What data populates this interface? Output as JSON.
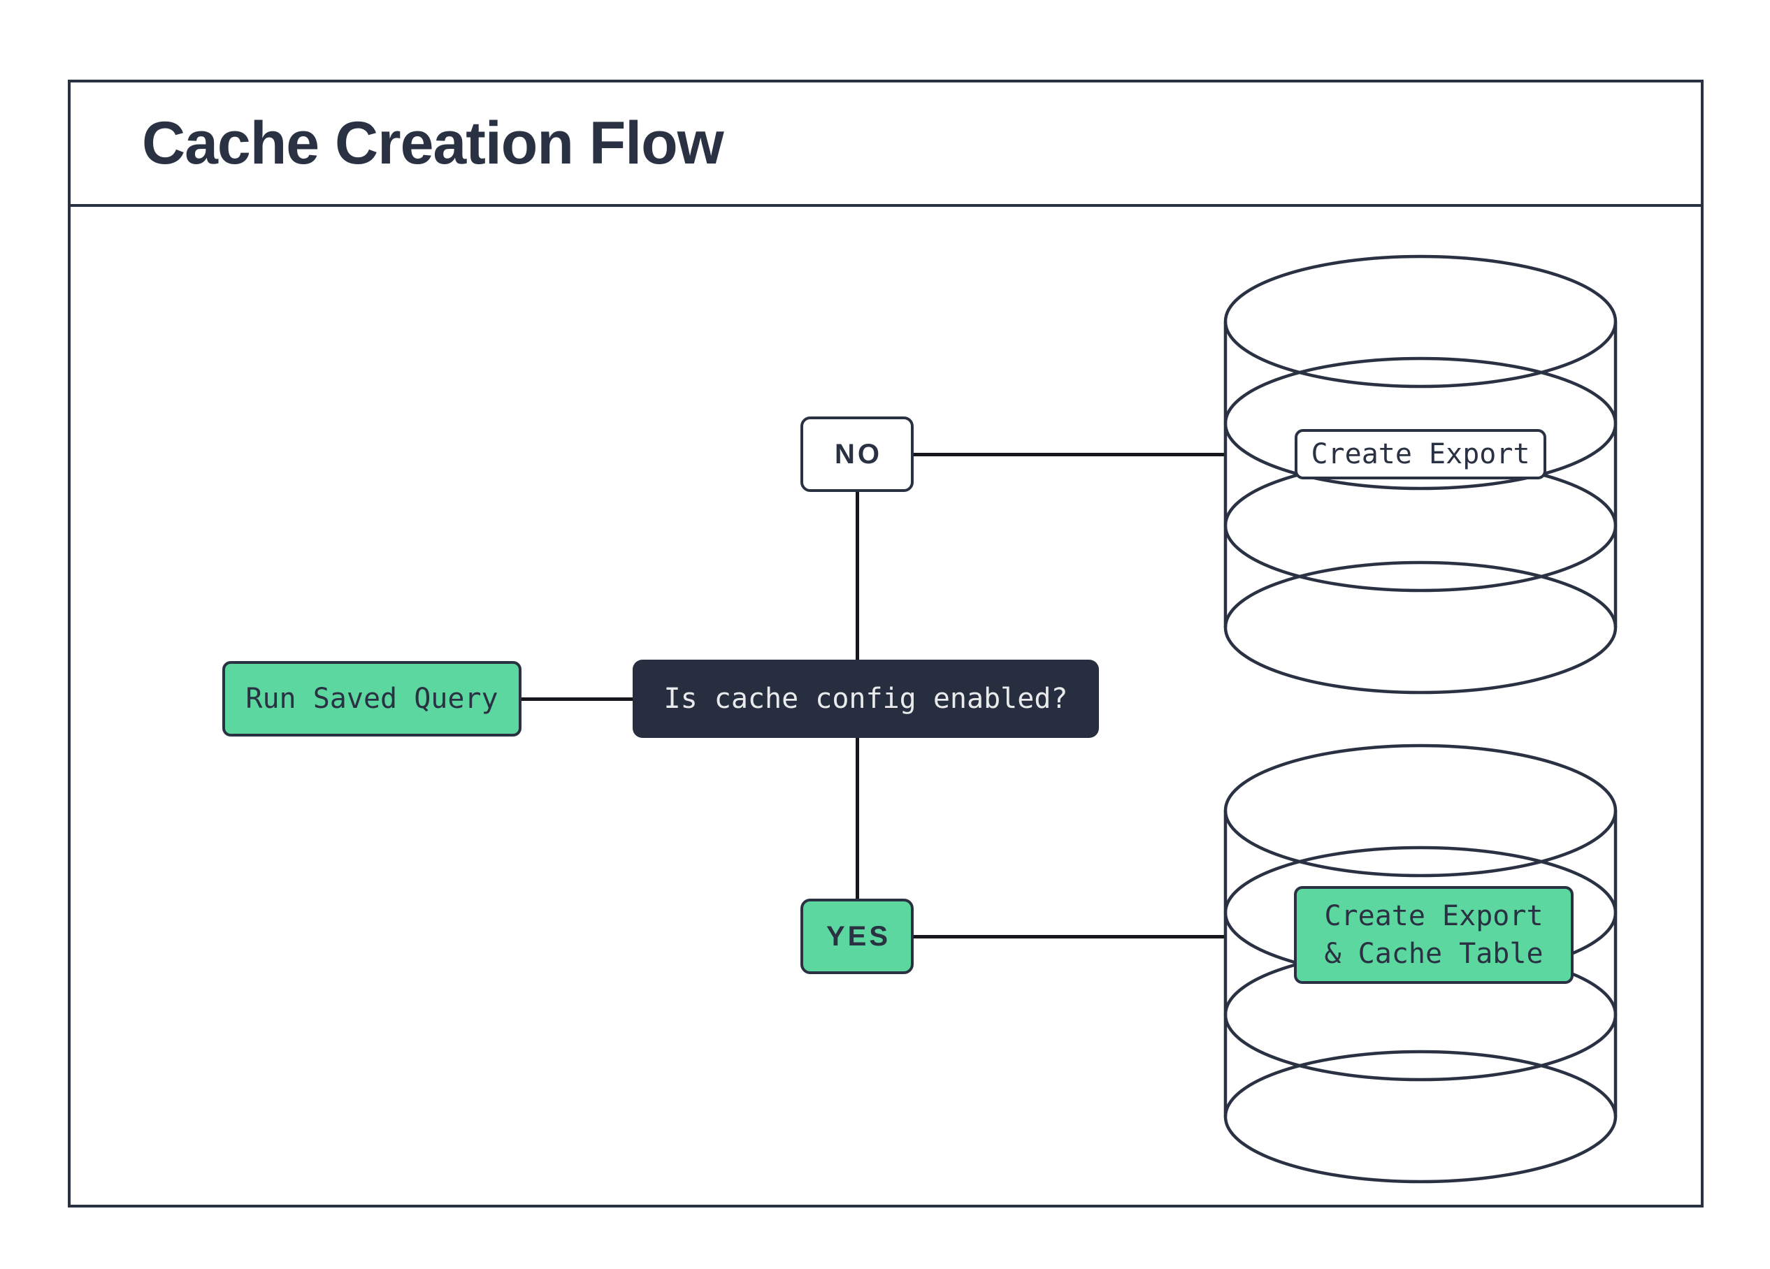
{
  "diagram": {
    "title": "Cache Creation Flow",
    "type": "flowchart",
    "nodes": {
      "start": {
        "label": "Run Saved Query",
        "kind": "process",
        "fill": "green"
      },
      "decision": {
        "label": "Is cache config enabled?",
        "kind": "decision",
        "fill": "dark-navy"
      },
      "branch_no": {
        "label": "NO",
        "kind": "branch",
        "fill": "white"
      },
      "branch_yes": {
        "label": "YES",
        "kind": "branch",
        "fill": "green"
      },
      "outcome_no": {
        "label": "Create Export",
        "kind": "database-label",
        "fill": "white"
      },
      "outcome_yes": {
        "line1": "Create Export",
        "line2": "& Cache Table",
        "kind": "database-label",
        "fill": "green"
      }
    },
    "edges": [
      {
        "from": "Run Saved Query",
        "to": "Is cache config enabled?"
      },
      {
        "from": "Is cache config enabled?",
        "to": "NO"
      },
      {
        "from": "Is cache config enabled?",
        "to": "YES"
      },
      {
        "from": "NO",
        "to": "Create Export"
      },
      {
        "from": "YES",
        "to": "Create Export & Cache Table"
      }
    ],
    "icons": [
      "database-cylinder",
      "database-cylinder"
    ],
    "colors": {
      "ink": "#2a3142",
      "connector": "#15171d",
      "green": "#5dd7a0",
      "decision_bg": "#272e3f",
      "decision_text": "#e9eaec",
      "background": "#ffffff"
    }
  }
}
